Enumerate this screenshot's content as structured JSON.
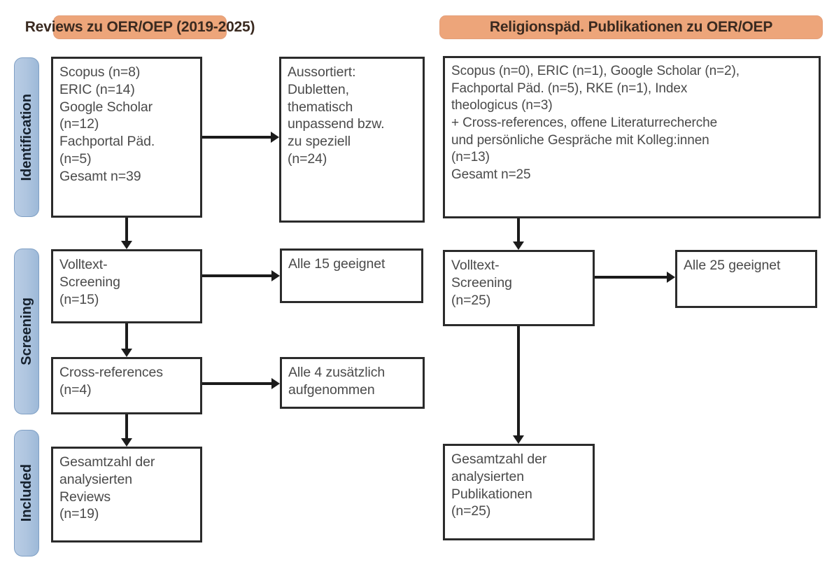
{
  "diagram": {
    "type": "prisma-flow-diagram",
    "columns": [
      {
        "id": "left",
        "header": "Reviews zu OER/OEP (2019-2025)"
      },
      {
        "id": "right",
        "header": "Religionspäd. Publikationen zu OER/OEP"
      }
    ],
    "stages": [
      {
        "id": "identification",
        "label": "Identification"
      },
      {
        "id": "screening",
        "label": "Screening"
      },
      {
        "id": "included",
        "label": "Included"
      }
    ],
    "colors": {
      "header_fill": "#eda57a",
      "stage_pill_fill": "#b0c6e0",
      "box_border": "#2b2b2b",
      "text": "#4a4a4a",
      "connector": "#1b1b1b"
    },
    "boxes": {
      "left_identification": {
        "lines": [
          "Scopus (n=8)",
          "ERIC (n=14)",
          "Google Scholar",
          "(n=12)",
          "Fachportal Päd.",
          "(n=5)",
          "Gesamt n=39"
        ]
      },
      "left_excluded": {
        "lines": [
          "Aussortiert:",
          "Dubletten,",
          "thematisch",
          "unpassend bzw.",
          "zu speziell",
          "(n=24)"
        ]
      },
      "left_screening": {
        "lines": [
          "Volltext-",
          "Screening",
          "(n=15)"
        ]
      },
      "left_screening_result": {
        "lines": [
          "Alle 15 geeignet"
        ]
      },
      "left_crossrefs": {
        "lines": [
          "Cross-references",
          "(n=4)"
        ]
      },
      "left_crossrefs_result": {
        "lines": [
          "Alle 4 zusätzlich",
          "aufgenommen"
        ]
      },
      "left_included": {
        "lines": [
          "Gesamtzahl der",
          "analysierten",
          "Reviews",
          "(n=19)"
        ]
      },
      "right_identification": {
        "lines": [
          "Scopus (n=0), ERIC (n=1), Google Scholar (n=2),",
          "Fachportal Päd. (n=5), RKE (n=1), Index",
          "theologicus (n=3)",
          "+ Cross-references, offene Literaturrecherche",
          "und persönliche Gespräche mit Kolleg:innen",
          "(n=13)",
          "Gesamt n=25"
        ]
      },
      "right_screening": {
        "lines": [
          "Volltext-",
          "Screening",
          "(n=25)"
        ]
      },
      "right_screening_result": {
        "lines": [
          "Alle 25 geeignet"
        ]
      },
      "right_included": {
        "lines": [
          "Gesamtzahl der",
          "analysierten",
          "Publikationen",
          "(n=25)"
        ]
      }
    }
  }
}
